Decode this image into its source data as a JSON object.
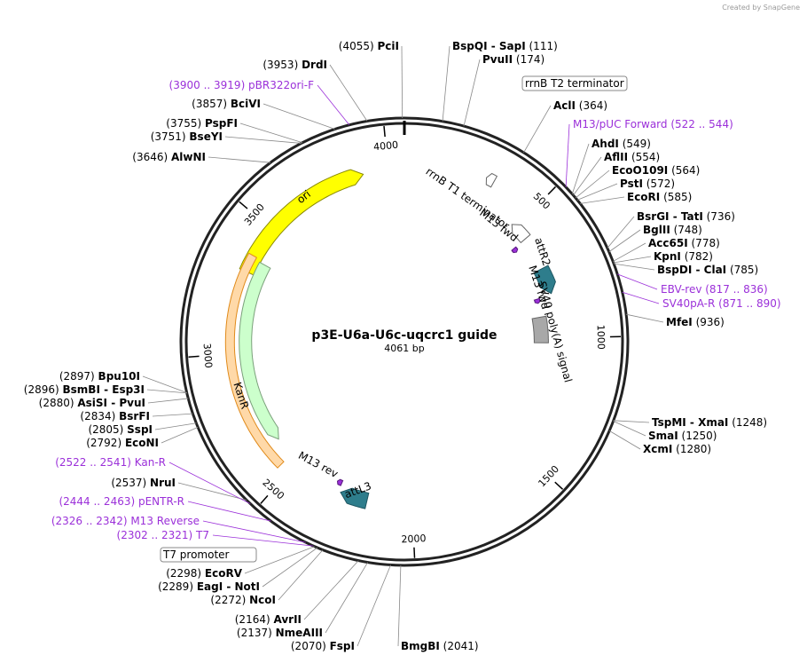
{
  "credit": "Created by SnapGene",
  "plasmid": {
    "name": "p3E-U6a-U6c-uqcrc1 guide",
    "length_label": "4061 bp",
    "length": 4061
  },
  "ticks": [
    {
      "value": 500,
      "label": "500"
    },
    {
      "value": 1000,
      "label": "1000"
    },
    {
      "value": 1500,
      "label": "1500"
    },
    {
      "value": 2000,
      "label": "2000"
    },
    {
      "value": 2500,
      "label": "2500"
    },
    {
      "value": 3000,
      "label": "3000"
    },
    {
      "value": 3500,
      "label": "3500"
    },
    {
      "value": 4000,
      "label": "4000"
    }
  ],
  "features": [
    {
      "name": "ori",
      "start": 3315,
      "end": 3905,
      "color": "#ffff00",
      "stroke": "#8a8a00",
      "type": "arrow",
      "ring": 0.78
    },
    {
      "name": "KanR",
      "start": 2620,
      "end": 3370,
      "color": "#ccffcc",
      "stroke": "#7aa07a",
      "type": "arrow-rev",
      "ring": 0.72
    },
    {
      "name": "SV40 poly(A) signal",
      "start": 900,
      "end": 1020,
      "color": "#a8a8a8",
      "stroke": "#666666",
      "type": "box",
      "ring": 0.62
    },
    {
      "name": "attR2",
      "start": 700,
      "end": 810,
      "color": "#2e7d8c",
      "stroke": "#1d5560",
      "type": "arrow",
      "ring": 0.7
    },
    {
      "name": "attL3",
      "start": 2180,
      "end": 2290,
      "color": "#2e7d8c",
      "stroke": "#1d5560",
      "type": "arrow",
      "ring": 0.74
    },
    {
      "name": "rrnB T1 terminator",
      "start": 480,
      "end": 560,
      "color": "#ffffff",
      "stroke": "#666666",
      "type": "arrow-rev",
      "ring": 0.72
    },
    {
      "name": "rrnB T2 terminator",
      "start": 300,
      "end": 330,
      "color": "#ffffff",
      "stroke": "#666666",
      "type": "arrow-rev",
      "ring": 0.83
    },
    {
      "name": "M13 fwd",
      "start": 560,
      "end": 580,
      "color": "#9b30d9",
      "stroke": "#5a1a80",
      "type": "primer",
      "ring": 0.65
    },
    {
      "name": "M13 fwd",
      "start": 815,
      "end": 835,
      "color": "#9b30d9",
      "stroke": "#5a1a80",
      "type": "primer",
      "ring": 0.63
    },
    {
      "name": "M13 rev",
      "start": 2300,
      "end": 2320,
      "color": "#9b30d9",
      "stroke": "#5a1a80",
      "type": "primer",
      "ring": 0.7
    },
    {
      "name": "KanR-orange",
      "start": 2540,
      "end": 3380,
      "color": "#ffd9a8",
      "stroke": "#e08a1a",
      "type": "band",
      "ring": 0.79
    }
  ],
  "primer_labels": [
    {
      "text": "pBR322ori-F",
      "range": "(3900 .. 3919)"
    },
    {
      "text": "M13/pUC Forward",
      "range": "(522 .. 544)"
    },
    {
      "text": "EBV-rev",
      "range": "(817 .. 836)"
    },
    {
      "text": "SV40pA-R",
      "range": "(871 .. 890)"
    },
    {
      "text": "Kan-R",
      "range": "(2522 .. 2541)"
    },
    {
      "text": "pENTR-R",
      "range": "(2444 .. 2463)"
    },
    {
      "text": "M13 Reverse",
      "range": "(2326 .. 2342)"
    },
    {
      "text": "T7",
      "range": "(2302 .. 2321)"
    }
  ],
  "boxed_labels": [
    {
      "text": "rrnB T2 terminator"
    },
    {
      "text": "T7 promoter"
    }
  ],
  "enzymes_right": [
    {
      "name": "BspQI",
      "extra": " - SapI",
      "pos": "(111)"
    },
    {
      "name": "PvuII",
      "extra": "",
      "pos": "(174)"
    },
    {
      "name": "AclI",
      "extra": "",
      "pos": "(364)"
    },
    {
      "name": "AhdI",
      "extra": "",
      "pos": "(549)"
    },
    {
      "name": "AflII",
      "extra": "",
      "pos": "(554)"
    },
    {
      "name": "EcoO109I",
      "extra": "",
      "pos": "(564)"
    },
    {
      "name": "PstI",
      "extra": "",
      "pos": "(572)"
    },
    {
      "name": "EcoRI",
      "extra": "",
      "pos": "(585)"
    },
    {
      "name": "BsrGI",
      "extra": " - TatI",
      "pos": "(736)"
    },
    {
      "name": "BglII",
      "extra": "",
      "pos": "(748)"
    },
    {
      "name": "Acc65I",
      "extra": "",
      "pos": "(778)"
    },
    {
      "name": "KpnI",
      "extra": "",
      "pos": "(782)"
    },
    {
      "name": "BspDI",
      "extra": " - ClaI",
      "pos": "(785)"
    },
    {
      "name": "MfeI",
      "extra": "",
      "pos": "(936)"
    },
    {
      "name": "TspMI",
      "extra": " - XmaI",
      "pos": "(1248)"
    },
    {
      "name": "SmaI",
      "extra": "",
      "pos": "(1250)"
    },
    {
      "name": "XcmI",
      "extra": "",
      "pos": "(1280)"
    },
    {
      "name": "BmgBI",
      "extra": "",
      "pos": "(2041)"
    }
  ],
  "enzymes_left": [
    {
      "name": "PciI",
      "pre": "",
      "pos": "(4055)"
    },
    {
      "name": "DrdI",
      "pre": "",
      "pos": "(3953)"
    },
    {
      "name": "BciVI",
      "pre": "",
      "pos": "(3857)"
    },
    {
      "name": "PspFI",
      "pre": "",
      "pos": "(3755)"
    },
    {
      "name": "BseYI",
      "pre": "",
      "pos": "(3751)"
    },
    {
      "name": "AlwNI",
      "pre": "",
      "pos": "(3646)"
    },
    {
      "name": "Bpu10I",
      "pre": "",
      "pos": "(2897)"
    },
    {
      "name": "Esp3I",
      "pre": "BsmBI - ",
      "pos": "(2896)"
    },
    {
      "name": "PvuI",
      "pre": "AsiSI - ",
      "pos": "(2880)"
    },
    {
      "name": "BsrFI",
      "pre": "",
      "pos": "(2834)"
    },
    {
      "name": "SspI",
      "pre": "",
      "pos": "(2805)"
    },
    {
      "name": "EcoNI",
      "pre": "",
      "pos": "(2792)"
    },
    {
      "name": "NruI",
      "pre": "",
      "pos": "(2537)"
    },
    {
      "name": "EcoRV",
      "pre": "",
      "pos": "(2298)"
    },
    {
      "name": "NotI",
      "pre": "EagI - ",
      "pos": "(2289)"
    },
    {
      "name": "NcoI",
      "pre": "",
      "pos": "(2272)"
    },
    {
      "name": "AvrII",
      "pre": "",
      "pos": "(2164)"
    },
    {
      "name": "NmeAIII",
      "pre": "",
      "pos": "(2137)"
    },
    {
      "name": "FspI",
      "pre": "",
      "pos": "(2070)"
    }
  ]
}
